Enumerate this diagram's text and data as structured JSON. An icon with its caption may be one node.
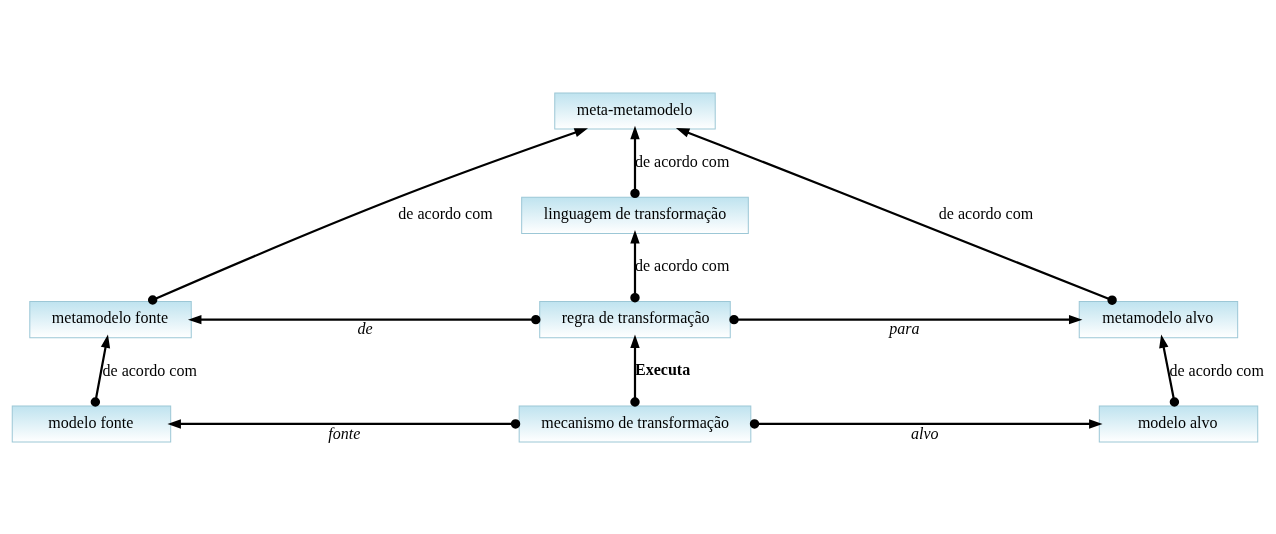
{
  "diagram": {
    "nodes": [
      {
        "text": [
          "meta-metamodelo"
        ]
      },
      {
        "text": [
          "linguagem de transformação"
        ]
      },
      {
        "text": [
          "metamodelo fonte"
        ]
      },
      {
        "text": [
          "regra de transformação"
        ]
      },
      {
        "text": [
          "metamodelo alvo"
        ]
      },
      {
        "text": [
          "modelo fonte"
        ]
      },
      {
        "text": [
          "mecanismo de transformação"
        ]
      },
      {
        "text": [
          "modelo alvo"
        ]
      }
    ],
    "edges": [
      {
        "from": 2,
        "to": 0,
        "arrow": "to",
        "label": "de acordo com"
      },
      {
        "from": 1,
        "to": 0,
        "arrow": "to",
        "label": "de acordo com"
      },
      {
        "from": 4,
        "to": 0,
        "arrow": "to",
        "label": "de acordo com"
      },
      {
        "from": 3,
        "to": 1,
        "arrow": "to",
        "label": "de acordo com"
      },
      {
        "from": 3,
        "to": 2,
        "arrow": "to",
        "label": "de"
      },
      {
        "from": 3,
        "to": 4,
        "arrow": "to",
        "label": "para"
      },
      {
        "from": 5,
        "to": 2,
        "arrow": "to",
        "label": "de acordo com"
      },
      {
        "from": 6,
        "to": 3,
        "arrow": "to",
        "label": "Executa"
      },
      {
        "from": 7,
        "to": 4,
        "arrow": "to",
        "label": "de acordo com"
      },
      {
        "from": 6,
        "to": 5,
        "arrow": "to",
        "label": "fonte"
      },
      {
        "from": 6,
        "to": 7,
        "arrow": "to",
        "label": "alvo"
      }
    ]
  }
}
